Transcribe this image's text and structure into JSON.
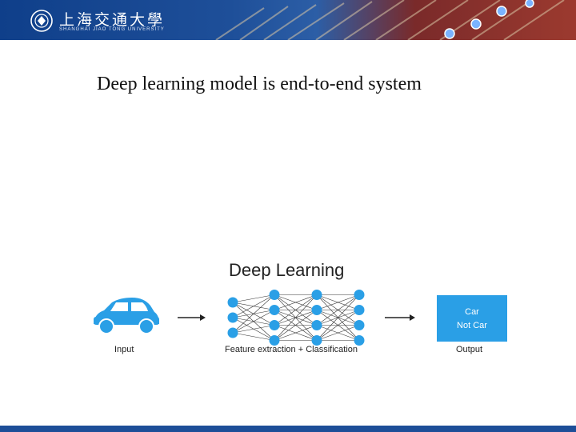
{
  "header": {
    "university_name": "上海交通大學",
    "university_subtitle": "SHANGHAI JIAO TONG UNIVERSITY",
    "logo_icon": "university-seal-icon"
  },
  "slide": {
    "title": "Deep learning model is end-to-end system"
  },
  "diagram": {
    "heading": "Deep Learning",
    "input_label": "Input",
    "input_icon": "car-icon",
    "process_label": "Feature extraction + Classification",
    "output_label": "Output",
    "output_options": [
      "Car",
      "Not Car"
    ],
    "network_layers": [
      3,
      4,
      4,
      4
    ],
    "colors": {
      "accent": "#2a9fe6",
      "header": "#1d4e98"
    }
  }
}
